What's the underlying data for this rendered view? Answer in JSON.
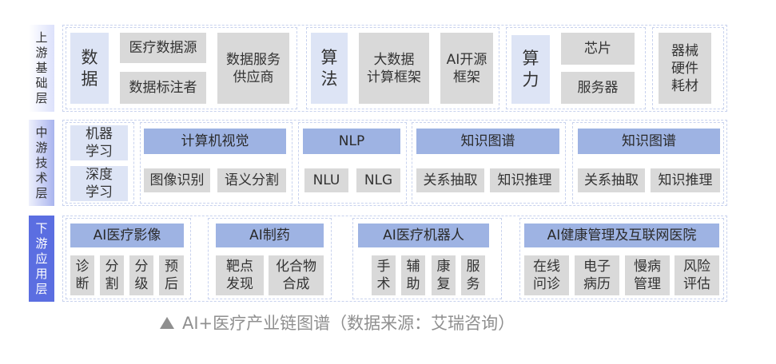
{
  "layers": {
    "upstream": "上\n游\n基\n础\n层",
    "midstream": "中\n游\n技\n术\n层",
    "downstream": "下\n游\n应\n用\n层"
  },
  "upstream": {
    "data": {
      "title": "数\n据",
      "items": [
        "医疗数据源",
        "数据标注者",
        "数据服务\n供应商"
      ]
    },
    "algorithm": {
      "title": "算\n法",
      "items": [
        "大数据\n计算框架",
        "AI开源\n框架"
      ]
    },
    "compute": {
      "title": "算\n力",
      "items": [
        "芯片",
        "服务器"
      ]
    },
    "hardware": "器械\n硬件\n耗材"
  },
  "midstream": {
    "ml": [
      "机器\n学习",
      "深度\n学习"
    ],
    "cv": {
      "title": "计算机视觉",
      "items": [
        "图像识别",
        "语义分割"
      ]
    },
    "nlp": {
      "title": "NLP",
      "items": [
        "NLU",
        "NLG"
      ]
    },
    "kg1": {
      "title": "知识图谱",
      "items": [
        "关系抽取",
        "知识推理"
      ]
    },
    "kg2": {
      "title": "知识图谱",
      "items": [
        "关系抽取",
        "知识推理"
      ]
    }
  },
  "downstream": {
    "imaging": {
      "title": "AI医疗影像",
      "items": [
        "诊\n断",
        "分\n割",
        "分\n级",
        "预\n后"
      ]
    },
    "pharma": {
      "title": "AI制药",
      "items": [
        "靶点\n发现",
        "化合物\n合成"
      ]
    },
    "robot": {
      "title": "AI医疗机器人",
      "items": [
        "手\n术",
        "辅\n助",
        "康\n复",
        "服\n务"
      ]
    },
    "health": {
      "title": "AI健康管理及互联网医院",
      "items": [
        "在线\n问诊",
        "电子\n病历",
        "慢病\n管理",
        "风险\n评估"
      ]
    }
  },
  "caption": "AI+医疗产业链图谱（数据来源：艾瑞咨询）",
  "colors": {
    "layer_label": "#5b6ee1",
    "head": "#9eb3e3",
    "light_box": "#dde4f5",
    "gray_box": "#d9d9d9",
    "dashed_border": "#c8d2ee"
  }
}
